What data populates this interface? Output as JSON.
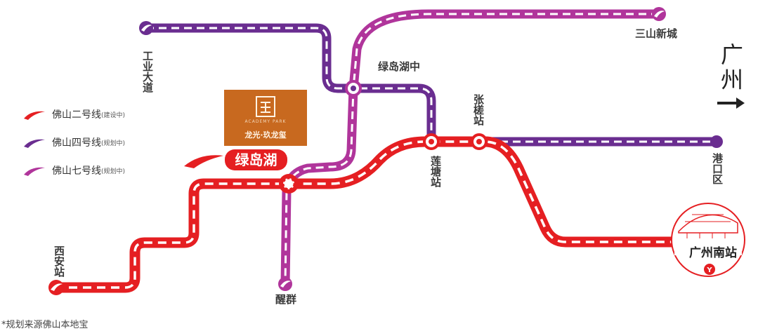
{
  "colors": {
    "line2": "#e51f22",
    "line4": "#6a2d90",
    "line7": "#b0359b",
    "brand_bg": "#c8691f",
    "text": "#3a3a3a"
  },
  "legend": [
    {
      "name": "佛山二号线",
      "status": "(建设中)",
      "color": "#e51f22"
    },
    {
      "name": "佛山四号线",
      "status": "(规划中)",
      "color": "#6a2d90"
    },
    {
      "name": "佛山七号线",
      "status": "(规划中)",
      "color": "#b0359b"
    }
  ],
  "stations": {
    "gongye_dadao": "工业大道",
    "lvdaohu_zhong": "绿岛湖中",
    "sanshan_xincheng": "三山新城",
    "zhanglou": "张槎站",
    "liantang": "莲塘站",
    "gangkou_qu": "港口区",
    "xi_an": "西安站",
    "xingqun": "醒群",
    "guangzhou_nan": "广州南站"
  },
  "project": {
    "badge": "绿岛湖",
    "brand_en": "ACADEMY PARK",
    "brand_cn": "龙光·玖龙玺"
  },
  "direction": "广州",
  "footnote": "*规划来源佛山本地宝"
}
